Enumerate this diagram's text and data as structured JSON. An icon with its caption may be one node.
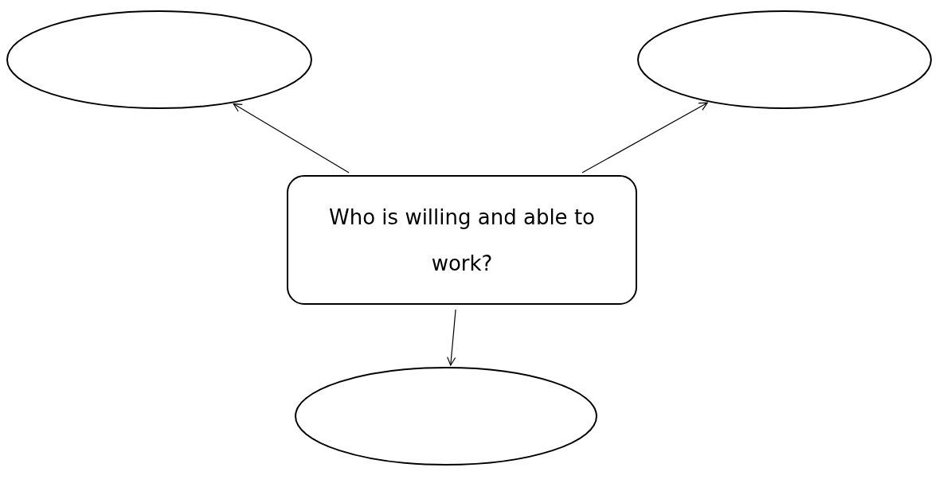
{
  "diagram": {
    "nodes": [
      {
        "text": [
          "Who is willing and able to work?"
        ]
      },
      {
        "text": [],
        "shape": "ellipse"
      },
      {
        "text": [],
        "shape": "ellipse"
      },
      {
        "text": [],
        "shape": "ellipse"
      }
    ],
    "edges": [
      {
        "from": 0,
        "to": 1,
        "arrow": "to"
      },
      {
        "from": 0,
        "to": 2,
        "arrow": "to"
      },
      {
        "from": 0,
        "to": 3,
        "arrow": "to"
      }
    ]
  }
}
